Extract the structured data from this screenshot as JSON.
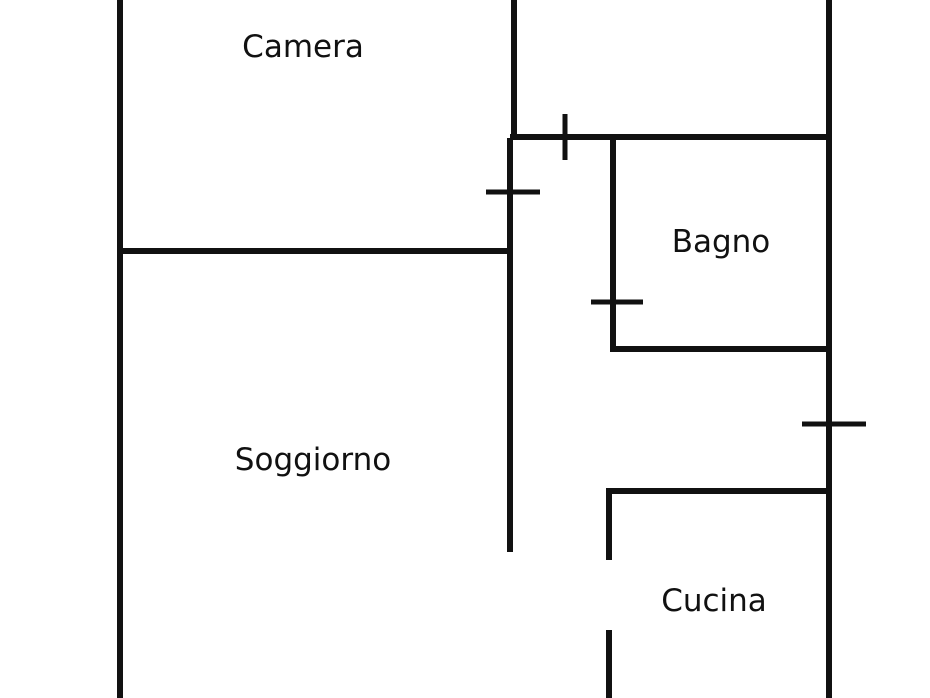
{
  "floorplan": {
    "wall_color": "#111111",
    "background_color": "#ffffff",
    "rooms": {
      "camera": "Camera",
      "bagno": "Bagno",
      "soggiorno": "Soggiorno",
      "cucina": "Cucina"
    },
    "top_right_room_label_clipped": ""
  }
}
